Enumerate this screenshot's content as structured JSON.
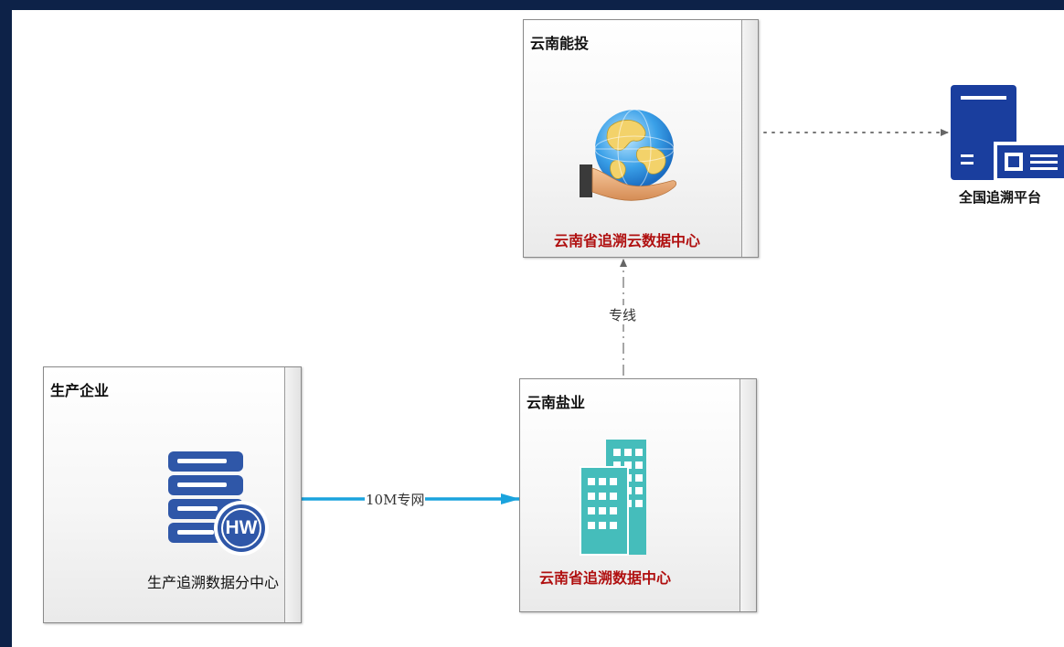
{
  "nodes": {
    "yunnan_energy": {
      "title": "云南能投",
      "caption": "云南省追溯云数据中心"
    },
    "producer": {
      "title": "生产企业",
      "caption": "生产追溯数据分中心"
    },
    "yunnan_salt": {
      "title": "云南盐业",
      "caption": "云南省追溯数据中心"
    },
    "national": {
      "caption": "全国追溯平台"
    }
  },
  "edges": {
    "dedicated_line": {
      "label": "专线"
    },
    "private_net": {
      "label": "10M专网"
    }
  },
  "icons": {
    "server_badge": "HW",
    "globe_icon": "globe-in-hand-icon",
    "building_icon": "office-building-icon",
    "server_icon": "database-server-icon",
    "platform_icon": "web-server-icon"
  },
  "colors": {
    "background": "#0d2248",
    "caption_red": "#b01010",
    "link_blue": "#1aa3dd",
    "server_blue": "#2f57a8",
    "building_teal": "#45bdbb",
    "platform_blue": "#1a3e9e"
  }
}
